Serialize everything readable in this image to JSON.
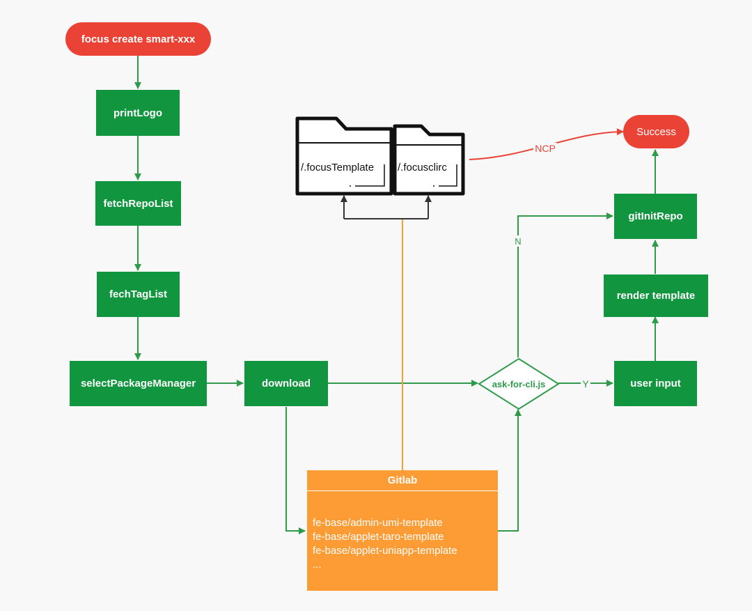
{
  "nodes": {
    "start": "focus create smart-xxx",
    "print_logo": "printLogo",
    "fetch_repo_list": "fetchRepoList",
    "fetch_tag_list": "fechTagList",
    "select_package_manager": "selectPackageManager",
    "download": "download",
    "decision": "ask-for-cli.js",
    "user_input": "user input",
    "render_template": "render template",
    "git_init_repo": "gitInitRepo",
    "success": "Success"
  },
  "folders": {
    "template": "/.focusTemplate",
    "clirc": "/.focusclirc"
  },
  "edge_labels": {
    "yes": "Y",
    "no": "N",
    "ncp": "NCP"
  },
  "gitlab": {
    "title": "Gitlab",
    "repos": [
      "fe-base/admin-umi-template",
      "fe-base/applet-taro-template",
      "fe-base/applet-uniapp-template",
      "..."
    ]
  },
  "colors": {
    "green": "#11963f",
    "red": "#ea4335",
    "orange": "#fd9b34",
    "edge_green": "#2e9a4a",
    "edge_dark": "#333333"
  }
}
